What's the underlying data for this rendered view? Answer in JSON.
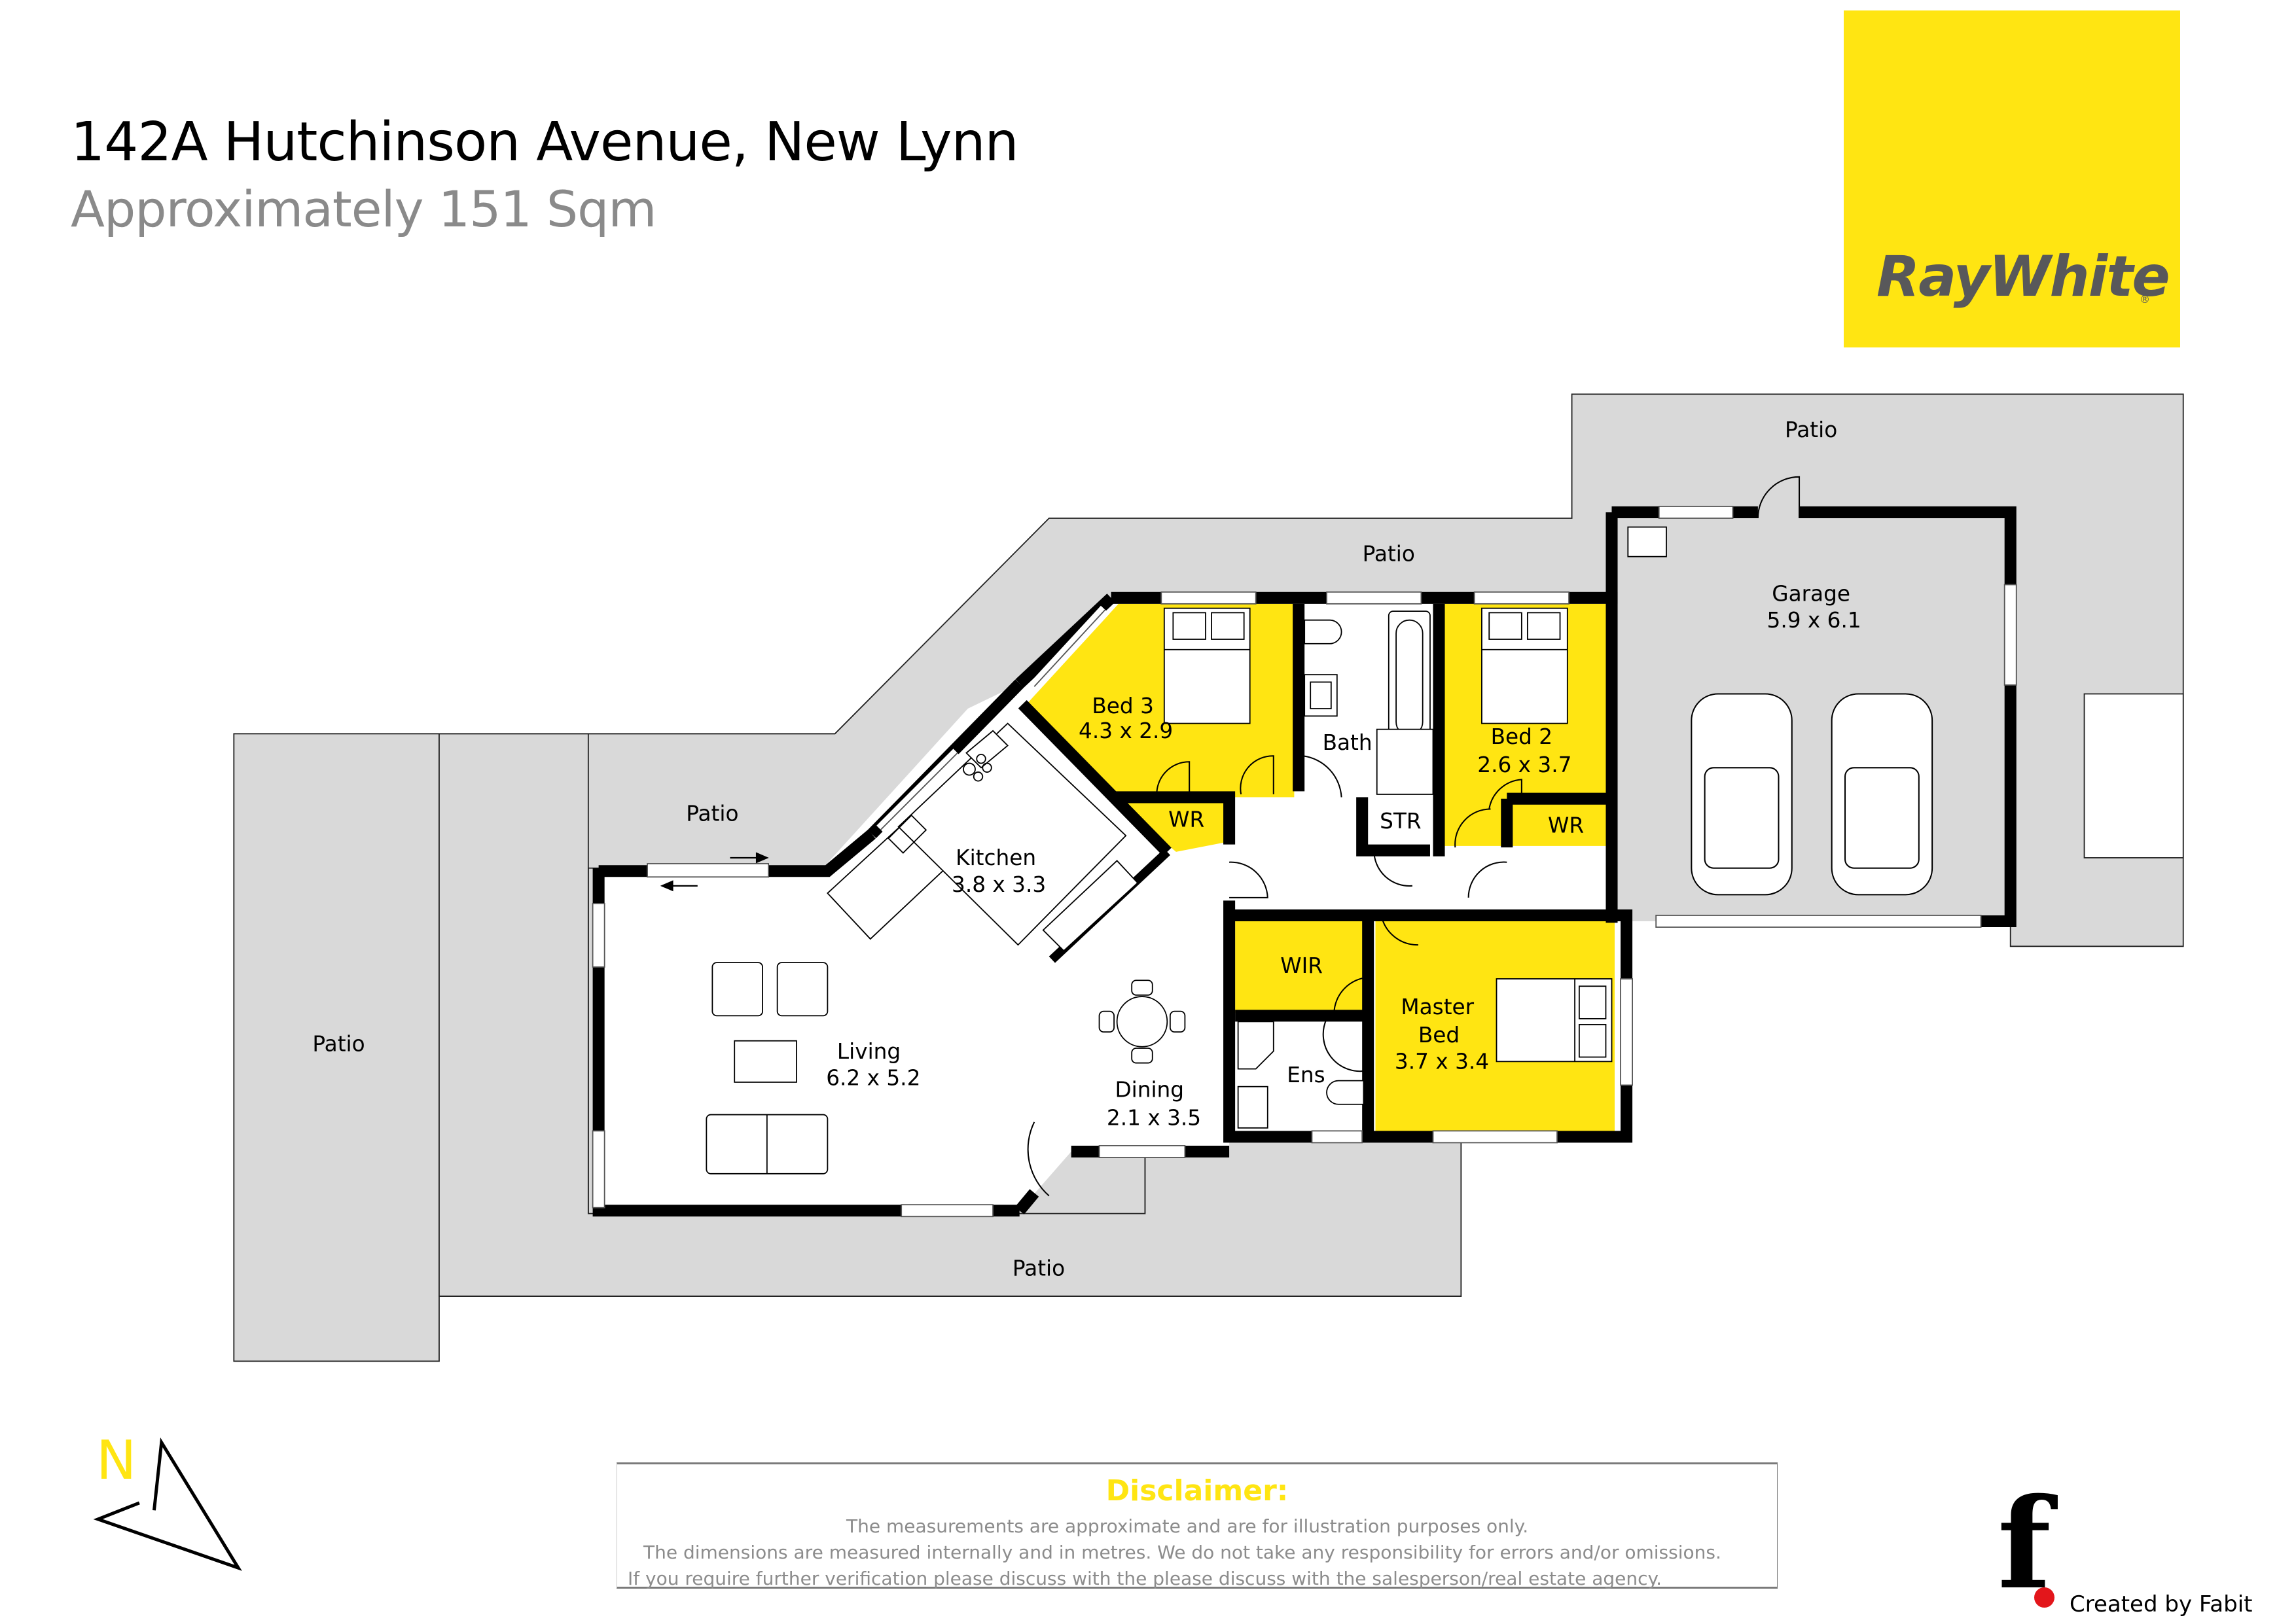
{
  "header": {
    "address": "142A Hutchinson Avenue, New Lynn",
    "area": "Approximately 151 Sqm"
  },
  "brand": {
    "name": "RayWhite",
    "registered_mark": "®",
    "color": "#ffe512",
    "text_color": "#58585a"
  },
  "colors": {
    "bedroom_fill": "#ffe512",
    "patio_fill": "#d9d9d9",
    "wall": "#000000",
    "room_fill": "#ffffff"
  },
  "rooms": {
    "living": {
      "name": "Living",
      "dims": "6.2 x 5.2"
    },
    "kitchen": {
      "name": "Kitchen",
      "dims": "3.8 x 3.3"
    },
    "dining": {
      "name": "Dining",
      "dims": "2.1 x 3.5"
    },
    "bed3": {
      "name": "Bed 3",
      "dims": "4.3 x 2.9"
    },
    "bed2": {
      "name": "Bed 2",
      "dims": "2.6 x 3.7"
    },
    "master": {
      "name1": "Master",
      "name2": "Bed",
      "dims": "3.7 x 3.4"
    },
    "garage": {
      "name": "Garage",
      "dims": "5.9 x 6.1"
    },
    "bath": {
      "name": "Bath"
    },
    "str": {
      "name": "STR"
    },
    "wr1": {
      "name": "WR"
    },
    "wr2": {
      "name": "WR"
    },
    "wir": {
      "name": "WIR"
    },
    "ens": {
      "name": "Ens"
    }
  },
  "patios": {
    "north_top": "Patio",
    "north_mid": "Patio",
    "west_left": "Patio",
    "west_upper": "Patio",
    "south": "Patio"
  },
  "compass": {
    "label": "N"
  },
  "disclaimer": {
    "title": "Disclaimer:",
    "line1": "The measurements are approximate and are for illustration purposes only.",
    "line2": "The dimensions are measured internally and in metres. We do not take any responsibility for errors and/or omissions.",
    "line3": "If you require further verification please discuss with the please discuss with the salesperson/real estate agency."
  },
  "credit": {
    "mark": "f",
    "text": "Created by Fabit"
  }
}
